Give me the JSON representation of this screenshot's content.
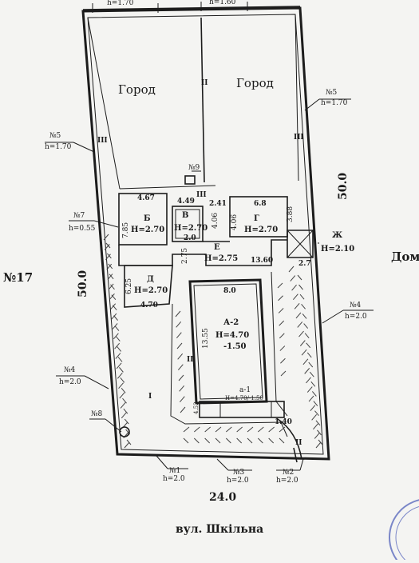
{
  "top_labels": {
    "left": "h=1.70",
    "right": "h=1.60"
  },
  "fields": {
    "left": "Город",
    "right": "Город"
  },
  "markers": {
    "no5_left": "№5",
    "no5_left_h": "h=1.70",
    "no5_right": "№5",
    "no5_right_h": "h=1.70",
    "no7": "№7",
    "no7_h": "h=0.55",
    "no4_left": "№4",
    "no4_left_h": "h=2.0",
    "no4_right": "№4",
    "no4_right_h": "h=2.0",
    "no8": "№8",
    "no9": "№9",
    "no1": "№1",
    "no1_h": "h=2.0",
    "no3": "№3",
    "no3_h": "h=2.0",
    "no2": "№2",
    "no2_h": "h=2.0"
  },
  "neighbors": {
    "left": "№17",
    "right": "Дом"
  },
  "dimensions": {
    "side_left": "50.0",
    "side_right": "50.0",
    "bottom": "24.0"
  },
  "street": "вул. Шкільна",
  "roman": {
    "III_left": "III",
    "III_right": "III",
    "III_mid": "III",
    "II_left": "II",
    "II_house": "II",
    "II_bottom": "II",
    "I": "I"
  },
  "rooms": {
    "B": {
      "name": "Б",
      "h": "Н=2.70",
      "w": "4.67",
      "side": "7.85"
    },
    "V": {
      "name": "В",
      "h": "Н=2.70",
      "top": "4.49",
      "bottom": "2.0",
      "side": "4.06"
    },
    "G": {
      "name": "Г",
      "h": "Н=2.70",
      "top": "6.8",
      "left_top": "2.41",
      "side_l": "4.06",
      "side_r": "3.88"
    },
    "E": {
      "name": "Е",
      "h": "Н=2.75",
      "side": "2.75",
      "len": "13.60"
    },
    "D": {
      "name": "Д",
      "h": "Н=2.70",
      "side": "6.25",
      "w": "4.70"
    },
    "ZH": {
      "name": "Ж",
      "h": "Н=2.10",
      "w": "2.7"
    },
    "A2": {
      "name": "А-2",
      "h": "Н=4.70",
      "depth": "-1.50",
      "w": "8.0",
      "side": "13.55"
    },
    "a1": {
      "name": "а-1",
      "h": "Н=4.70/-1.50",
      "w": "1.40",
      "side": "4.52"
    }
  }
}
